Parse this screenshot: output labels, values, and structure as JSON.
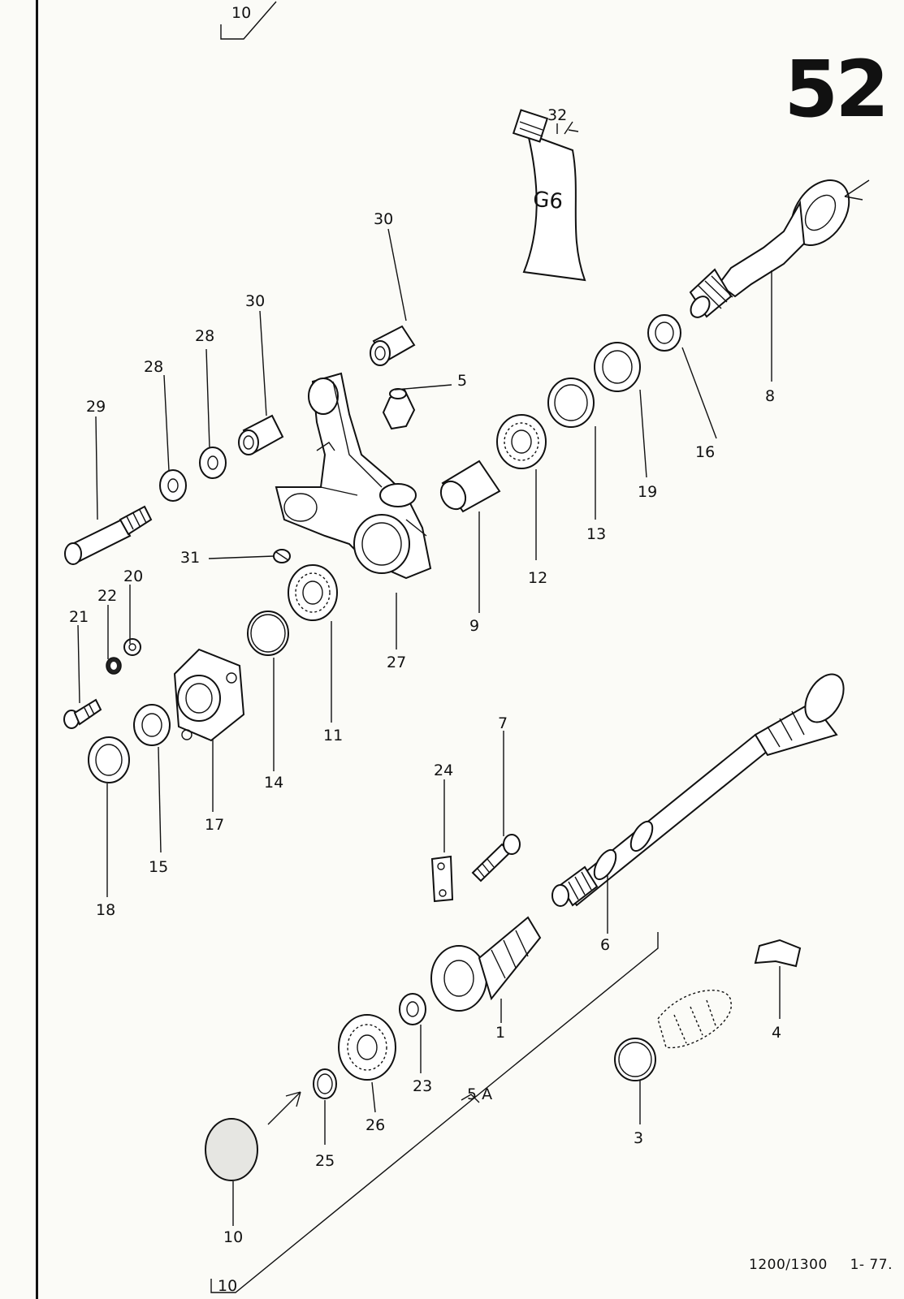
{
  "page": {
    "number": "52",
    "footer_model": "1200/1300",
    "footer_date": "1- 77."
  },
  "labels": {
    "l1": "1",
    "l3": "3",
    "l4": "4",
    "l5": "5",
    "l5a": "5 A",
    "l6": "6",
    "l7": "7",
    "l8": "8",
    "l9": "9",
    "l10a": "10",
    "l10b": "10",
    "l10c": "10",
    "l11": "11",
    "l12": "12",
    "l13": "13",
    "l14": "14",
    "l15": "15",
    "l16": "16",
    "l17": "17",
    "l18": "18",
    "l19": "19",
    "l20": "20",
    "l21": "21",
    "l22": "22",
    "l23": "23",
    "l24": "24",
    "l25": "25",
    "l26": "26",
    "l27": "27",
    "l28a": "28",
    "l28b": "28",
    "l29": "29",
    "l30a": "30",
    "l30b": "30",
    "l31": "31",
    "l32": "32"
  },
  "product": {
    "tube_text": "G6"
  }
}
